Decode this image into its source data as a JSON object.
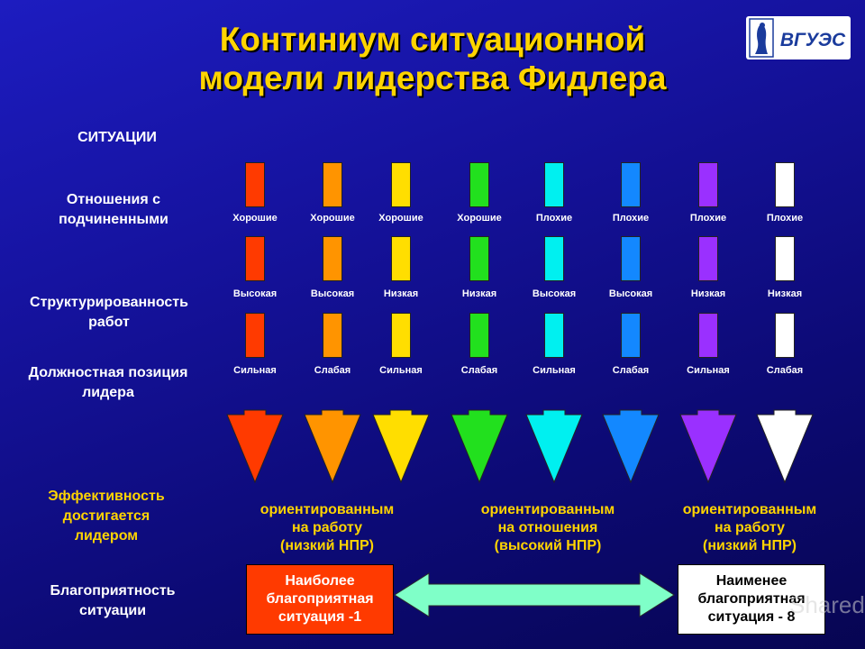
{
  "title": {
    "line1": "Континиум ситуационной",
    "line2": "модели лидерства Фидлера"
  },
  "row_labels": {
    "situations": "СИТУАЦИИ",
    "relations": "Отношения с подчиненными",
    "structure": "Структурированность работ",
    "position": "Должностная позиция лидера",
    "effectiveness": "Эффективность достигается лидером",
    "favorability": "Благоприятность ситуации"
  },
  "columns": [
    {
      "color": "#ff3a00",
      "relations": "Хорошие",
      "structure": "Высокая",
      "position": "Сильная"
    },
    {
      "color": "#ff9400",
      "relations": "Хорошие",
      "structure": "Высокая",
      "position": "Слабая"
    },
    {
      "color": "#ffde00",
      "relations": "Хорошие",
      "structure": "Низкая",
      "position": "Сильная"
    },
    {
      "color": "#22e01e",
      "relations": "Хорошие",
      "structure": "Низкая",
      "position": "Слабая"
    },
    {
      "color": "#00f0f0",
      "relations": "Плохие",
      "structure": "Высокая",
      "position": "Сильная"
    },
    {
      "color": "#1388ff",
      "relations": "Плохие",
      "structure": "Высокая",
      "position": "Слабая"
    },
    {
      "color": "#9a30ff",
      "relations": "Плохие",
      "structure": "Низкая",
      "position": "Сильная"
    },
    {
      "color": "#ffffff",
      "relations": "Плохие",
      "structure": "Низкая",
      "position": "Слабая"
    }
  ],
  "orientations": [
    {
      "l1": "ориентированным",
      "l2": "на работу",
      "l3": "(низкий НПР)"
    },
    {
      "l1": "ориентированным",
      "l2": "на отношения",
      "l3": "(высокий НПР)"
    },
    {
      "l1": "ориентированным",
      "l2": "на работу",
      "l3": "(низкий НПР)"
    }
  ],
  "favorability": {
    "best": "Наиболее благоприятная ситуация -1",
    "worst": "Наименее благоприятная ситуация - 8",
    "arrow_color": "#7fffc8"
  },
  "logo": {
    "text": "ВГУЭС"
  },
  "watermark": "Shared"
}
